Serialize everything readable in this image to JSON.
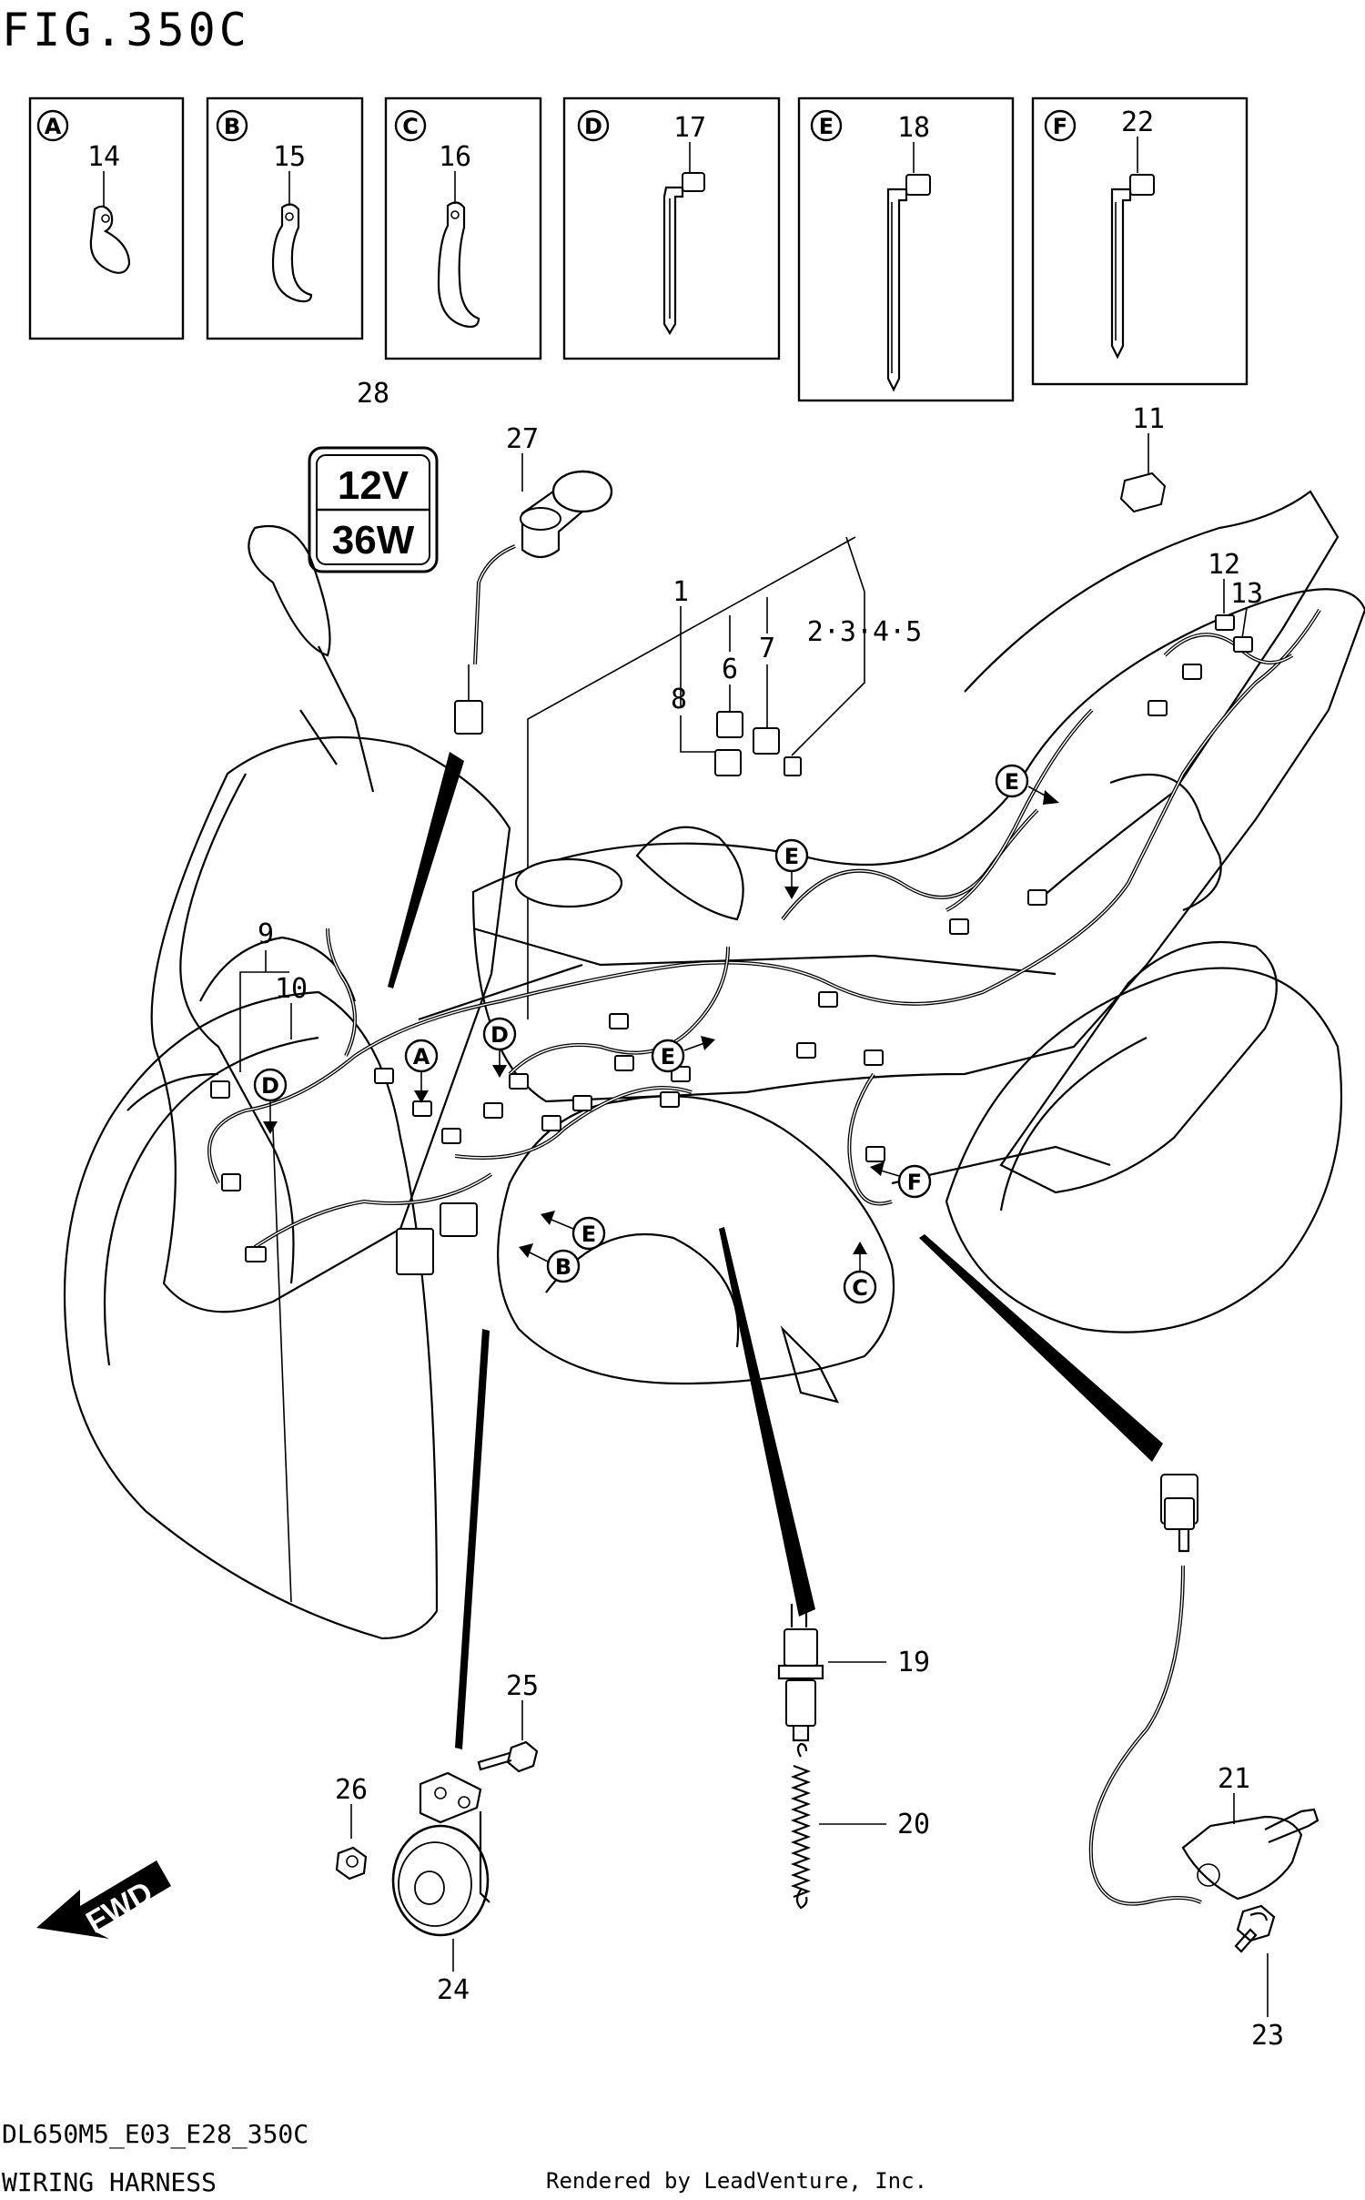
{
  "figure": {
    "title": "FIG.350C",
    "code": "DL650M5_E03_E28_350C",
    "name": "WIRING HARNESS",
    "rendered_by": "Rendered by LeadVenture, Inc."
  },
  "insets": [
    {
      "letter": "A",
      "part": "14"
    },
    {
      "letter": "B",
      "part": "15"
    },
    {
      "letter": "C",
      "part": "16"
    },
    {
      "letter": "D",
      "part": "17"
    },
    {
      "letter": "E",
      "part": "18"
    },
    {
      "letter": "F",
      "part": "22"
    }
  ],
  "socket_badge": {
    "top": "12V",
    "bottom": "36W"
  },
  "callouts": {
    "c1": "1",
    "c2345": "2·3·4·5",
    "c6": "6",
    "c7": "7",
    "c8": "8",
    "c9": "9",
    "c10": "10",
    "c11": "11",
    "c12": "12",
    "c13": "13",
    "c19": "19",
    "c20": "20",
    "c21": "21",
    "c23": "23",
    "c24": "24",
    "c25": "25",
    "c26": "26",
    "c27": "27",
    "c28": "28"
  },
  "markers": {
    "A": "A",
    "B": "B",
    "C": "C",
    "D": "D",
    "E": "E",
    "F": "F"
  },
  "fwd_label": "FWD"
}
